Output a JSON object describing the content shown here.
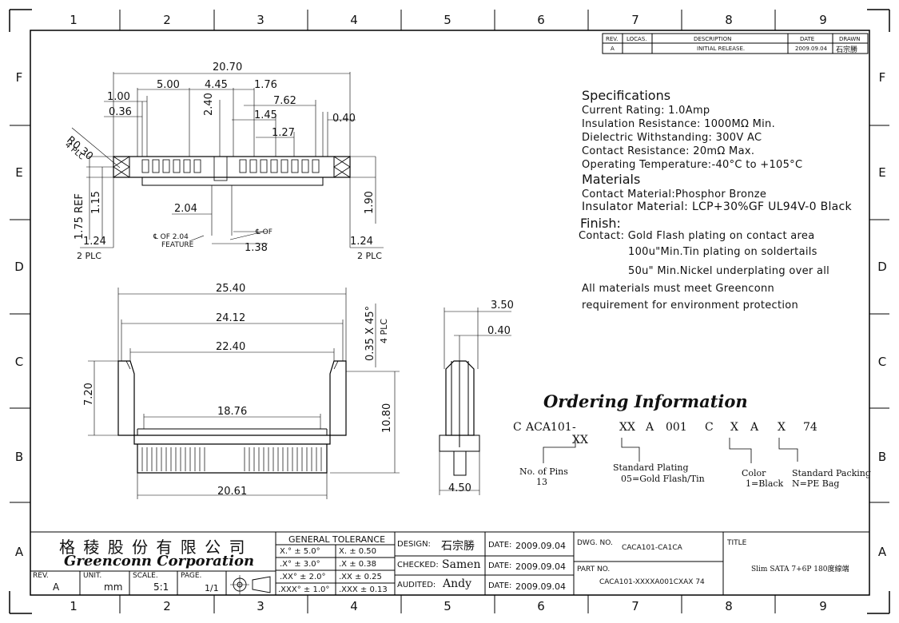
{
  "grid": {
    "columns": [
      "1",
      "2",
      "3",
      "4",
      "5",
      "6",
      "7",
      "8",
      "9"
    ],
    "rows": [
      "F",
      "E",
      "D",
      "C",
      "B",
      "A"
    ]
  },
  "revision_table": {
    "headers": [
      "REV.",
      "LOCAS.",
      "DESCRIPTION",
      "DATE",
      "DRAWN"
    ],
    "row": [
      "A",
      "",
      "INITIAL RELEASE.",
      "2009.09.04",
      "石宗勝"
    ]
  },
  "specifications": {
    "title": "Specifications",
    "lines": [
      "Current Rating: 1.0Amp",
      "Insulation Resistance: 1000MΩ Min.",
      "Dielectric Withstanding: 300V AC",
      "Contact Resistance: 20mΩ Max.",
      "Operating Temperature:-40°C to +105°C"
    ],
    "materials_title": "Materials",
    "materials": [
      "Contact Material:Phosphor Bronze",
      "Insulator Material: LCP+30%GF UL94V-0 Black"
    ],
    "finish_title": "Finish:",
    "finish": [
      "Contact: Gold Flash plating on contact area",
      "100u\"Min.Tin plating on soldertails",
      "50u\" Min.Nickel underplating over all"
    ],
    "note": [
      "All materials must meet Greenconn",
      "requirement for environment protection"
    ]
  },
  "ordering": {
    "title": "Ordering Information",
    "code": [
      "C",
      "ACA101",
      "-XX",
      "XX",
      "A",
      "001",
      "C",
      "X",
      "A",
      "X",
      "74"
    ],
    "callouts": {
      "pins": [
        "No. of Pins",
        "13"
      ],
      "plating": [
        "Standard Plating",
        "05=Gold Flash/Tin"
      ],
      "color": [
        "Color",
        "1=Black"
      ],
      "packing": [
        "Standard Packing",
        "N=PE Bag"
      ]
    }
  },
  "dimensions": {
    "top_view": {
      "overall": "20.70",
      "d500": "5.00",
      "d445": "4.45",
      "d176": "1.76",
      "d100": "1.00",
      "d762": "7.62",
      "d036": "0.36",
      "d145": "1.45",
      "d040": "0.40",
      "d240": "2.40",
      "d127": "1.27",
      "radius": "R0.30",
      "radius_note": "4 PLC",
      "d115": "1.15",
      "d175": "1.75 REF",
      "d190": "1.90",
      "d204": "2.04",
      "cl_feature": "℄ OF  2.04",
      "cl_feature2": "FEATURE",
      "cl_of": "℄ OF",
      "d138": "1.38",
      "d124_left": "1.24",
      "d124_right": "1.24",
      "plc_left": "2 PLC",
      "plc_right": "2 PLC"
    },
    "front_view": {
      "d2540": "25.40",
      "d2412": "24.12",
      "d2240": "22.40",
      "d720": "7.20",
      "d1876": "18.76",
      "d2061": "20.61",
      "d1080": "10.80",
      "chamfer": "0.35 X 45°",
      "chamfer_note": "4 PLC"
    },
    "side_view": {
      "d350": "3.50",
      "d040": "0.40",
      "d450": "4.50"
    }
  },
  "title_block": {
    "company_cn": "格 稜 股 份 有 限 公 司",
    "company_en": "Greenconn Corporation",
    "rev_label": "REV.",
    "rev": "A",
    "unit_label": "UNIT.",
    "unit": "mm",
    "scale_label": "SCALE.",
    "scale": "5:1",
    "page_label": "PAGE.",
    "page": "1/1",
    "tolerance_title": "GENERAL  TOLERANCE",
    "tolerances": [
      [
        "X.° ± 5.0°",
        "X.    ± 0.50"
      ],
      [
        ".X° ± 3.0°",
        ".X    ± 0.38"
      ],
      [
        ".XX° ± 2.0°",
        ".XX   ± 0.25"
      ],
      [
        ".XXX° ± 1.0°",
        ".XXX  ± 0.13"
      ]
    ],
    "design_label": "DESIGN:",
    "design": "石宗勝",
    "checked_label": "CHECKED:",
    "checked": "Samen",
    "audited_label": "AUDITED:",
    "audited": "Andy",
    "date_label": "DATE:",
    "date1": "2009.09.04",
    "date2": "2009.09.04",
    "date3": "2009.09.04",
    "dwg_label": "DWG. NO.",
    "dwg": "CACA101-CA1CA",
    "part_label": "PART NO.",
    "part": "CACA101-XXXXA001CXAX 74",
    "title_label": "TITLE",
    "title": "Slim SATA 7+6P 180度線端"
  }
}
